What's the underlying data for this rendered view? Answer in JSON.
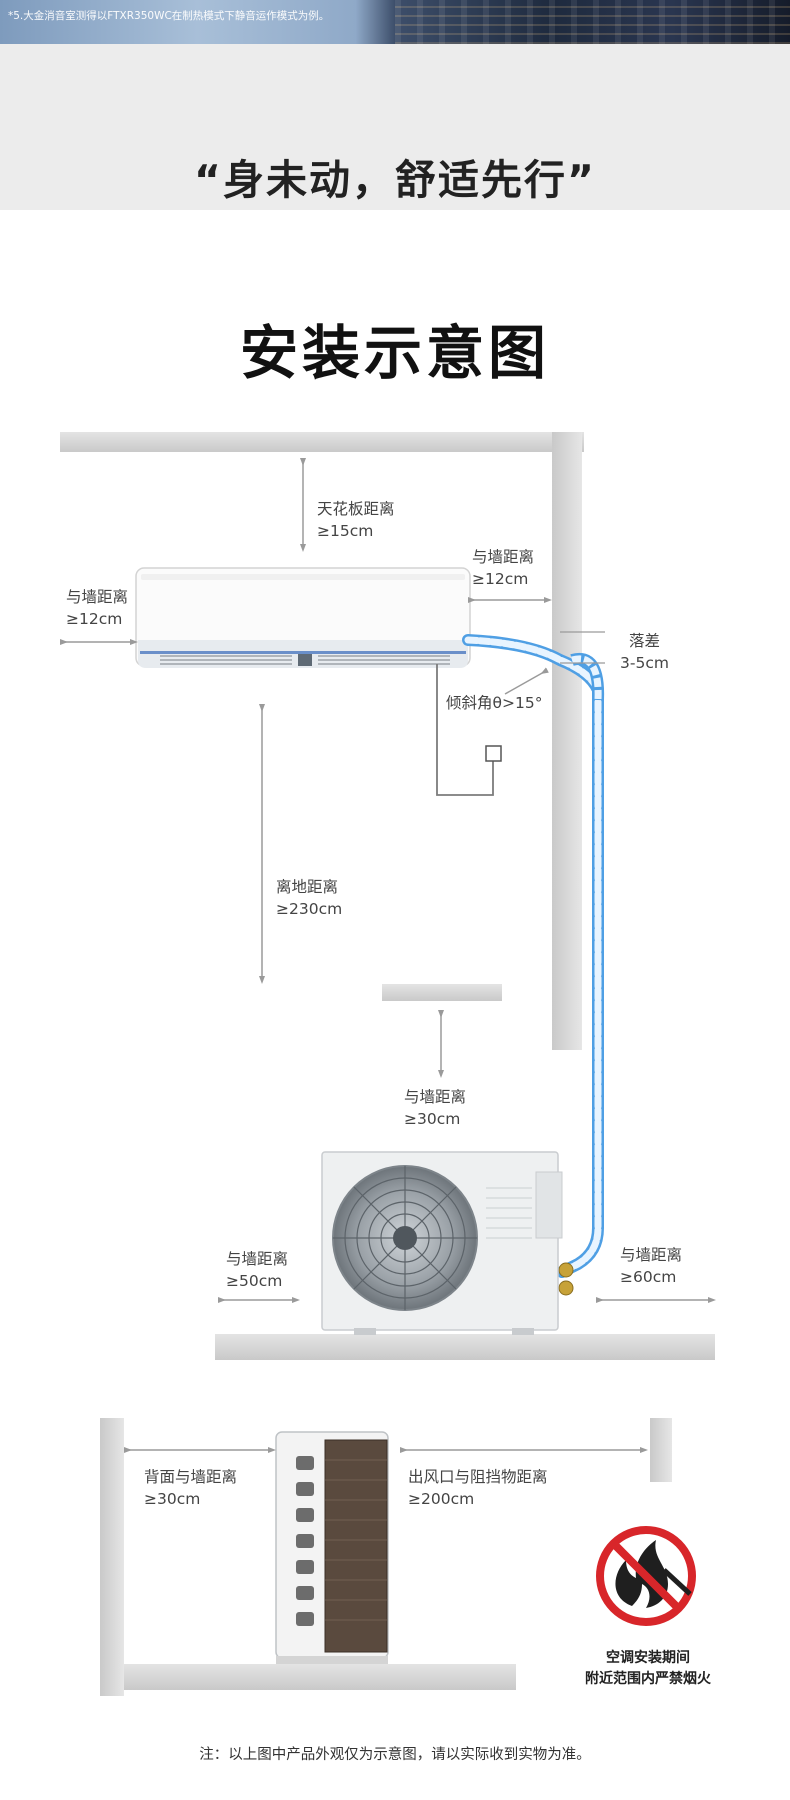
{
  "footnote": "*5.大金消音室测得以FTXR350WC在制热模式下静音运作模式为例。",
  "slogan": "“身未动，舒适先行”",
  "heading": "安装示意图",
  "labels": {
    "ceiling": {
      "title": "天花板距离",
      "value": "≥15cm"
    },
    "indoor_left": {
      "title": "与墙距离",
      "value": "≥12cm"
    },
    "indoor_right": {
      "title": "与墙距离",
      "value": "≥12cm"
    },
    "drop": {
      "title": "落差",
      "value": "3-5cm"
    },
    "tilt": {
      "title": "倾斜角θ>15°"
    },
    "floor": {
      "title": "离地距离",
      "value": "≥230cm"
    },
    "outdoor_top": {
      "title": "与墙距离",
      "value": "≥30cm"
    },
    "outdoor_left": {
      "title": "与墙距离",
      "value": "≥50cm"
    },
    "outdoor_right": {
      "title": "与墙距离",
      "value": "≥60cm"
    },
    "back": {
      "title": "背面与墙距离",
      "value": "≥30cm"
    },
    "outlet": {
      "title": "出风口与阻挡物距离",
      "value": "≥200cm"
    }
  },
  "warning": {
    "line1": "空调安装期间",
    "line2": "附近范围内严禁烟火",
    "icon": "no-fire-icon"
  },
  "note": "注：以上图中产品外观仅为示意图，请以实际收到实物为准。",
  "colors": {
    "wall": "#d6d6d6",
    "pipe": "#6fb6ee",
    "warning": "#d8262a"
  }
}
